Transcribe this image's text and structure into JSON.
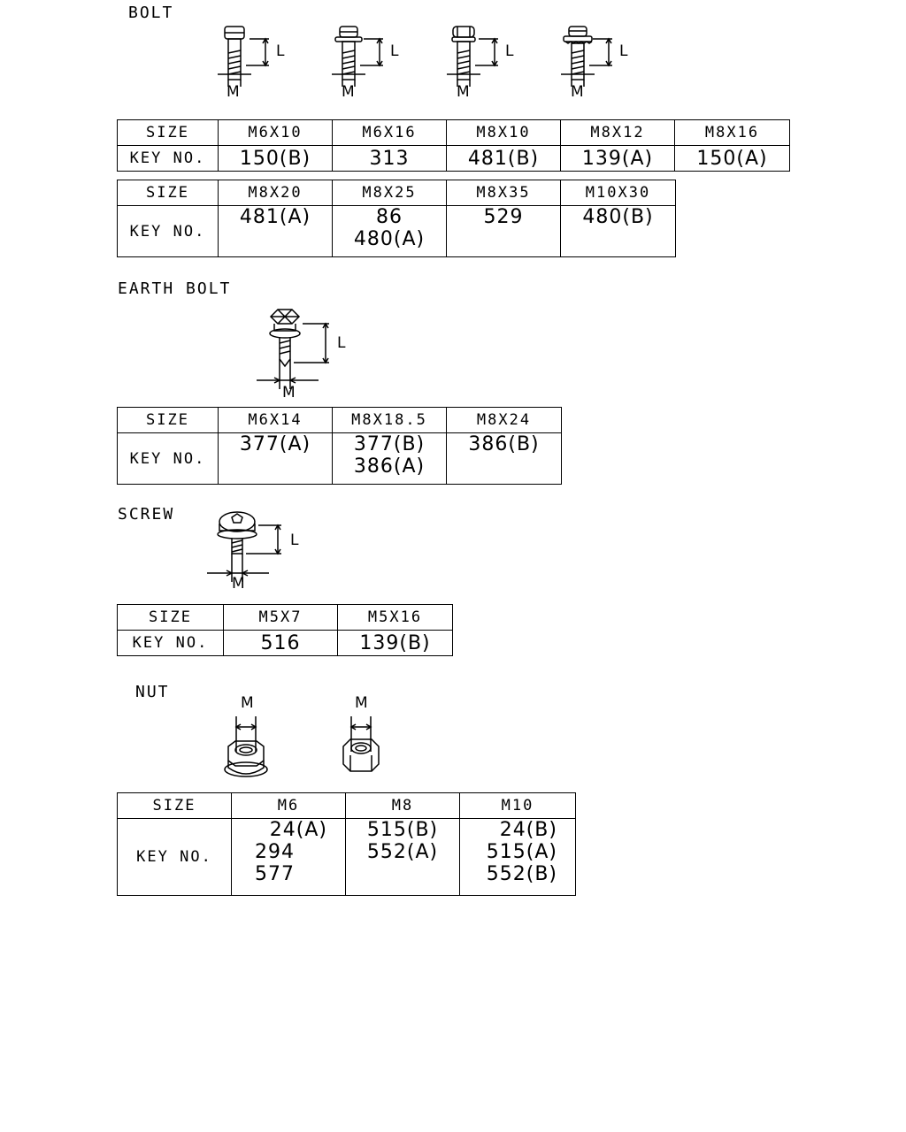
{
  "sections": {
    "bolt": {
      "title": "BOLT",
      "dim_l": "L",
      "dim_m": "M",
      "table1": {
        "size_label": "SIZE",
        "key_label": "KEY NO.",
        "sizes": [
          "M6X10",
          "M6X16",
          "M8X10",
          "M8X12",
          "M8X16"
        ],
        "keys": [
          "150(B)",
          "313",
          "481(B)",
          "139(A)",
          "150(A)"
        ]
      },
      "table2": {
        "size_label": "SIZE",
        "key_label": "KEY NO.",
        "sizes": [
          "M8X20",
          "M8X25",
          "M8X35",
          "M10X30"
        ],
        "keys": [
          [
            "481(A)"
          ],
          [
            "86",
            "480(A)"
          ],
          [
            "529"
          ],
          [
            "480(B)"
          ]
        ]
      }
    },
    "earth_bolt": {
      "title": "EARTH BOLT",
      "dim_l": "L",
      "dim_m": "M",
      "table": {
        "size_label": "SIZE",
        "key_label": "KEY NO.",
        "sizes": [
          "M6X14",
          "M8X18.5",
          "M8X24"
        ],
        "keys": [
          [
            "377(A)"
          ],
          [
            "377(B)",
            "386(A)"
          ],
          [
            "386(B)"
          ]
        ]
      }
    },
    "screw": {
      "title": "SCREW",
      "dim_l": "L",
      "dim_m": "M",
      "table": {
        "size_label": "SIZE",
        "key_label": "KEY NO.",
        "sizes": [
          "M5X7",
          "M5X16"
        ],
        "keys": [
          "516",
          "139(B)"
        ]
      }
    },
    "nut": {
      "title": "NUT",
      "dim_m": "M",
      "table": {
        "size_label": "SIZE",
        "key_label": "KEY NO.",
        "sizes": [
          "M6",
          "M8",
          "M10"
        ],
        "keys": [
          [
            "24(A)",
            "294",
            "577"
          ],
          [
            "515(B)",
            "552(A)"
          ],
          [
            "24(B)",
            "515(A)",
            "552(B)"
          ]
        ]
      }
    }
  }
}
